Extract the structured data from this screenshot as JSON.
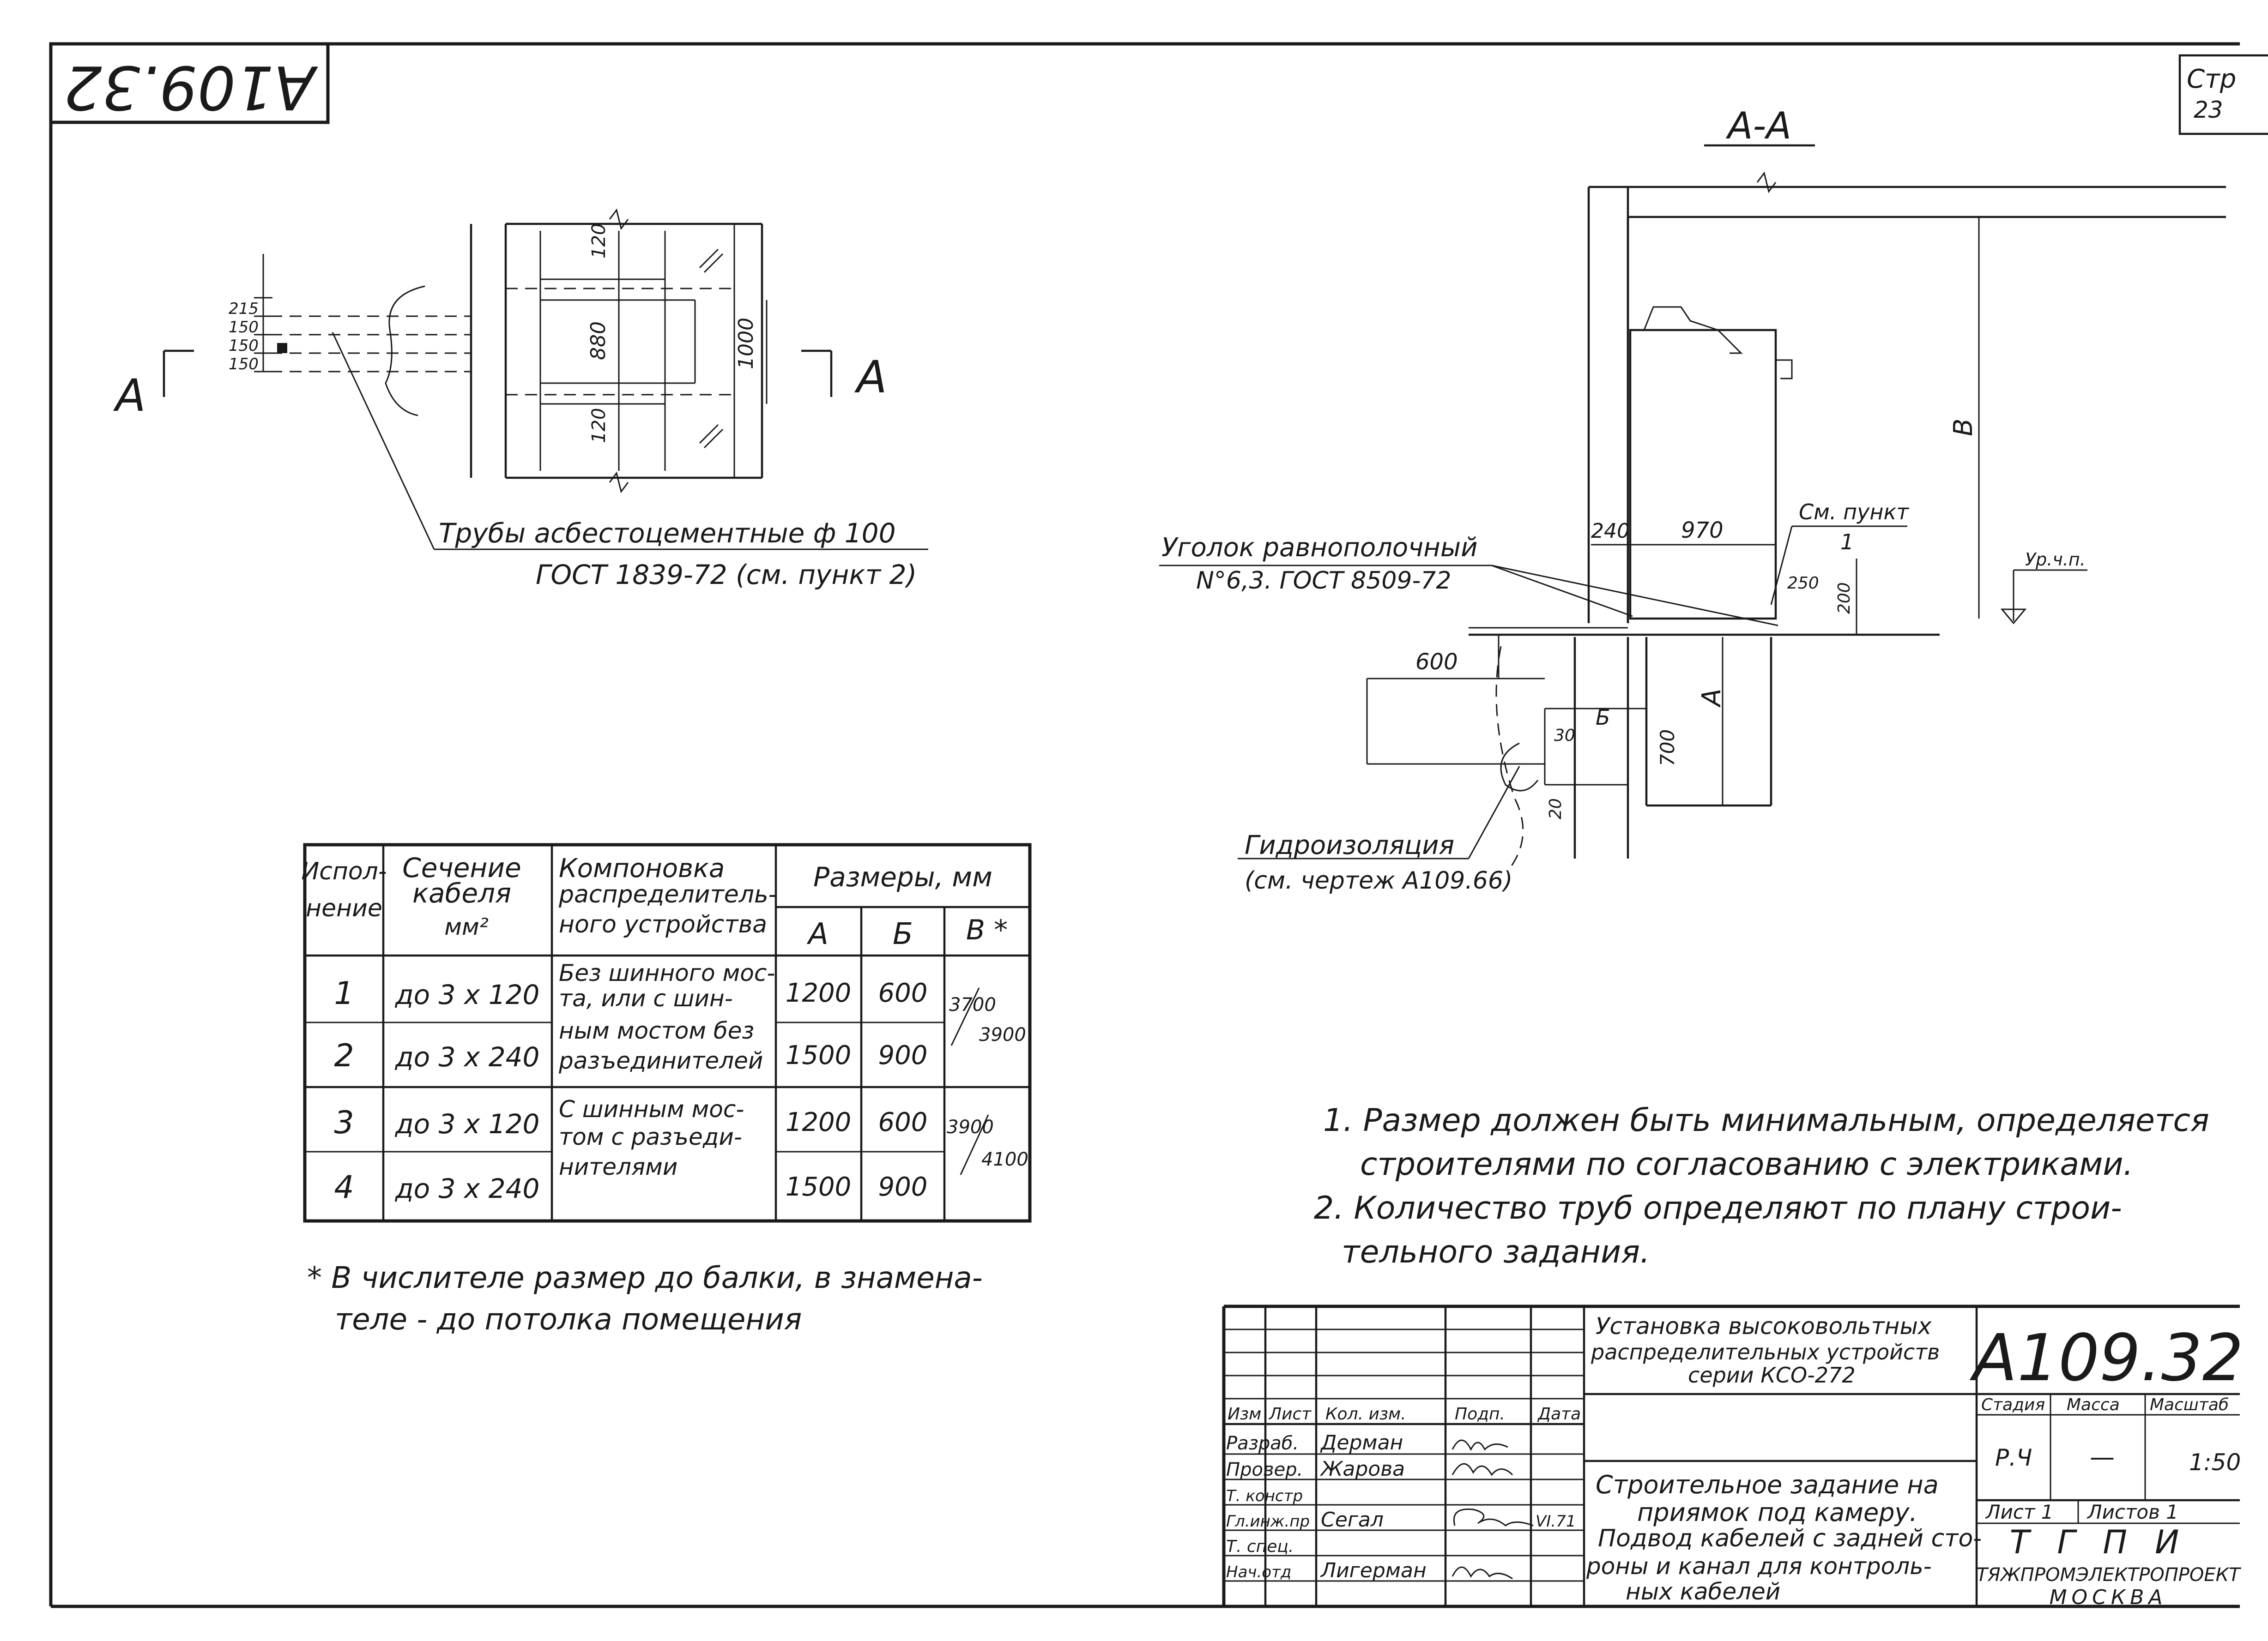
{
  "stamp_corner": "A109.32",
  "page_corner": {
    "label": "Стр",
    "num": "23"
  },
  "plan": {
    "dims_left": [
      "215",
      "150",
      "150",
      "150"
    ],
    "dims_inner": [
      "120",
      "880",
      "120"
    ],
    "dim_total": "1000",
    "section_mark": "А",
    "note_line1": "Трубы асбестоцементные ф 100",
    "note_line2": "ГОСТ 1839-72 (см. пункт 2)"
  },
  "section": {
    "title": "А-А",
    "dim_240": "240",
    "dim_970": "970",
    "see_point_1": "См. пункт",
    "see_point_2": "1",
    "dim_250": "250",
    "dim_200": "200",
    "level_mark": "Ур.ч.п.",
    "dim_B": "В",
    "dim_600": "600",
    "dim_A": "А",
    "dim_Б": "Б",
    "dim_30": "30",
    "dim_700": "700",
    "dim_20": "20",
    "angle_note_1": "Уголок равнополочный",
    "angle_note_2": "N°6,3. ГОСТ 8509-72",
    "hydro_note_1": "Гидроизоляция",
    "hydro_note_2": "(см. чертеж А109.66)"
  },
  "table": {
    "h_ispolnenie_1": "Испол-",
    "h_ispolnenie_2": "нение",
    "h_sechenie_1": "Сечение",
    "h_sechenie_2": "кабеля",
    "h_sechenie_3": "мм²",
    "h_komp_1": "Компоновка",
    "h_komp_2": "распределитель-",
    "h_komp_3": "ного устройства",
    "h_razmery": "Размеры, мм",
    "h_A": "А",
    "h_Б": "Б",
    "h_В": "В *",
    "rows": [
      {
        "n": "1",
        "sec": "до 3 х 120",
        "A": "1200",
        "B": "600"
      },
      {
        "n": "2",
        "sec": "до 3 х 240",
        "A": "1500",
        "B": "900"
      },
      {
        "n": "3",
        "sec": "до 3 х 120",
        "A": "1200",
        "B": "600"
      },
      {
        "n": "4",
        "sec": "до 3 х 240",
        "A": "1500",
        "B": "900"
      }
    ],
    "komp_group1": [
      "Без шинного мос-",
      "та, или с шин-",
      "ным мостом без",
      "разъединителей"
    ],
    "komp_group2": [
      "С шинным мос-",
      "том с разъеди-",
      "нителями"
    ],
    "v_group1": {
      "num": "3700",
      "den": "3900"
    },
    "v_group2": {
      "num": "3900",
      "den": "4100"
    }
  },
  "footnote_1": "* В числителе размер до балки, в знамена-",
  "footnote_2": "теле - до потолка помещения",
  "notes": [
    "1. Размер должен быть минимальным, определяется",
    "строителями по согласованию с электриками.",
    "2. Количество труб определяют по плану строи-",
    "тельного задания."
  ],
  "title_block": {
    "h_izm": "Изм",
    "h_list": "Лист",
    "h_koldoc": "Кол. изм.",
    "h_podp": "Подп.",
    "h_data": "Дата",
    "roles": [
      "Разраб.",
      "Провер.",
      "Т. констр",
      "Гл.инж.пр",
      "Т. спец.",
      "Нач.отд"
    ],
    "names": [
      "Дерман",
      "Жарова",
      "",
      "Сегал",
      "",
      "Лигерман"
    ],
    "date_segal": "VI.71",
    "project_title": [
      "Установка высоковольтных",
      "распределительных устройств",
      "серии КСО-272"
    ],
    "sheet_title": [
      "Строительное задание на",
      "приямок под камеру.",
      "Подвод кабелей с задней сто-",
      "роны и канал для контроль-",
      "ных кабелей"
    ],
    "code": "А109.32",
    "h_stadiya": "Стадия",
    "h_massa": "Масса",
    "h_masshtab": "Масштаб",
    "stadiya": "Р.Ч",
    "massa": "—",
    "masshtab": "1:50",
    "list_label": "Лист 1",
    "listov_label": "Листов 1",
    "org_logo": "ТГПИ",
    "org_name": "ТЯЖПРОМЭЛЕКТРОПРОЕКТ",
    "org_city": "МОСКВА"
  }
}
